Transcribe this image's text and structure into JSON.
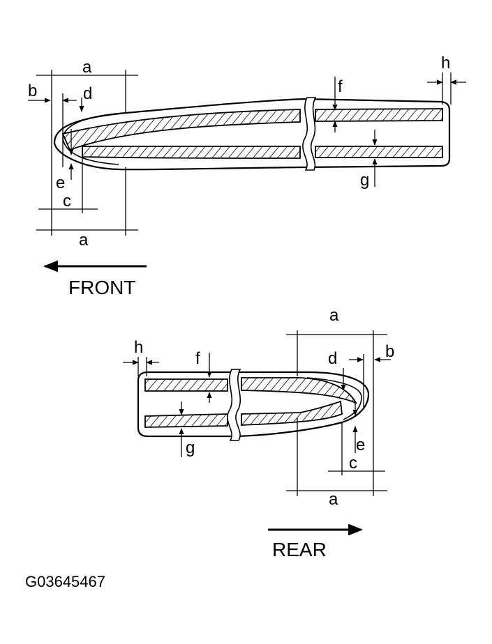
{
  "colors": {
    "ink": "#000000",
    "paper": "#ffffff"
  },
  "front_view": {
    "direction_label": "FRONT",
    "labels": {
      "a_top": "a",
      "a_bottom": "a",
      "b": "b",
      "c": "c",
      "d": "d",
      "e": "e",
      "f": "f",
      "g": "g",
      "h": "h"
    }
  },
  "rear_view": {
    "direction_label": "REAR",
    "labels": {
      "a_top": "a",
      "a_bottom": "a",
      "b": "b",
      "c": "c",
      "d": "d",
      "e": "e",
      "f": "f",
      "g": "g",
      "h": "h"
    }
  },
  "figure_code": "G03645467"
}
